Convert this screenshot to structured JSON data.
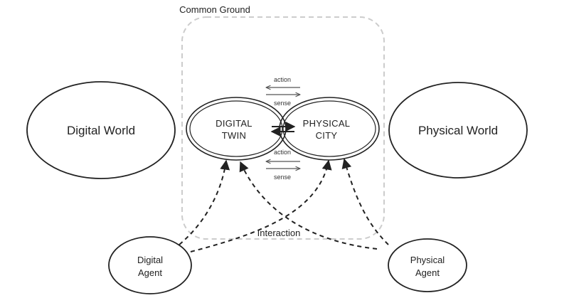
{
  "region": {
    "common_ground_label": "Common Ground",
    "interaction_label": "Interaction"
  },
  "worlds": {
    "digital": "Digital World",
    "physical": "Physical World"
  },
  "core": {
    "digital_twin": [
      "DIGITAL",
      "TWIN"
    ],
    "physical_city": [
      "PHYSICAL",
      "CITY"
    ]
  },
  "arrows_top": {
    "action": "action",
    "sense": "sense"
  },
  "arrows_bottom": {
    "action": "action",
    "sense": "sense"
  },
  "agents": {
    "digital": [
      "Digital",
      "Agent"
    ],
    "physical": [
      "Physical",
      "Agent"
    ]
  },
  "colors": {
    "stroke": "#222222",
    "dashed_region": "#cccccc",
    "arrow": "#555555",
    "background": "#ffffff"
  }
}
